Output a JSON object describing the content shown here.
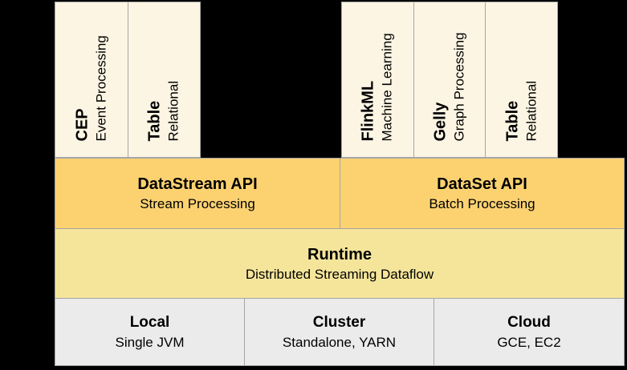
{
  "colors": {
    "background": "#000000",
    "library_box": "#FCF5E3",
    "api_box": "#FCD271",
    "runtime_box": "#F5E59B",
    "deploy_box": "#EBEBEB",
    "border": "#A6A6A6",
    "text": "#000000"
  },
  "libraries": {
    "left": [
      {
        "name": "CEP",
        "desc": "Event Processing"
      },
      {
        "name": "Table",
        "desc": "Relational"
      }
    ],
    "right": [
      {
        "name": "FlinkML",
        "desc": "Machine Learning"
      },
      {
        "name": "Gelly",
        "desc": "Graph Processing"
      },
      {
        "name": "Table",
        "desc": "Relational"
      }
    ]
  },
  "apis": [
    {
      "title": "DataStream API",
      "subtitle": "Stream Processing"
    },
    {
      "title": "DataSet API",
      "subtitle": "Batch Processing"
    }
  ],
  "runtime": {
    "title": "Runtime",
    "subtitle": "Distributed Streaming Dataflow"
  },
  "deployment": [
    {
      "title": "Local",
      "subtitle": "Single JVM"
    },
    {
      "title": "Cluster",
      "subtitle": "Standalone, YARN"
    },
    {
      "title": "Cloud",
      "subtitle": "GCE, EC2"
    }
  ]
}
